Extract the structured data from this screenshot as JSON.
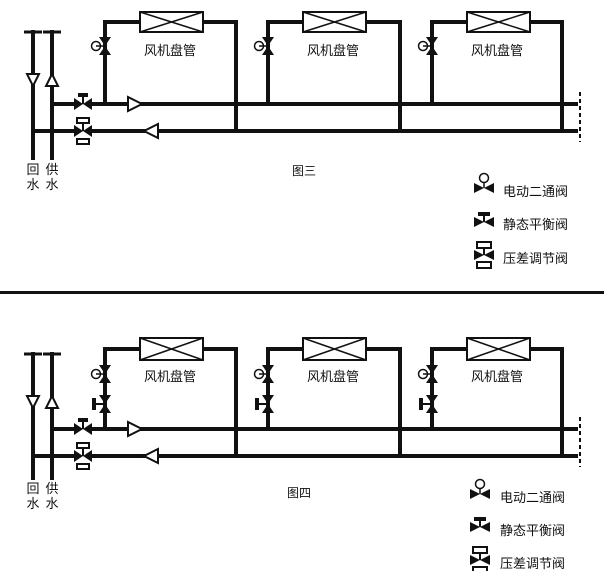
{
  "figures": [
    {
      "caption": "图三",
      "supply_label": "供水",
      "return_label": "回水",
      "coil_label": "风机盘管",
      "legend": [
        {
          "icon": "electric-two-way-valve-icon",
          "label": "电动二通阀"
        },
        {
          "icon": "static-balance-valve-icon",
          "label": "静态平衡阀"
        },
        {
          "icon": "differential-pressure-valve-icon",
          "label": "压差调节阀"
        }
      ]
    },
    {
      "caption": "图四",
      "supply_label": "供水",
      "return_label": "回水",
      "coil_label": "风机盘管",
      "legend": [
        {
          "icon": "electric-two-way-valve-icon",
          "label": "电动二通阀"
        },
        {
          "icon": "static-balance-valve-icon",
          "label": "静态平衡阀"
        },
        {
          "icon": "differential-pressure-valve-icon",
          "label": "压差调节阀"
        }
      ]
    }
  ]
}
